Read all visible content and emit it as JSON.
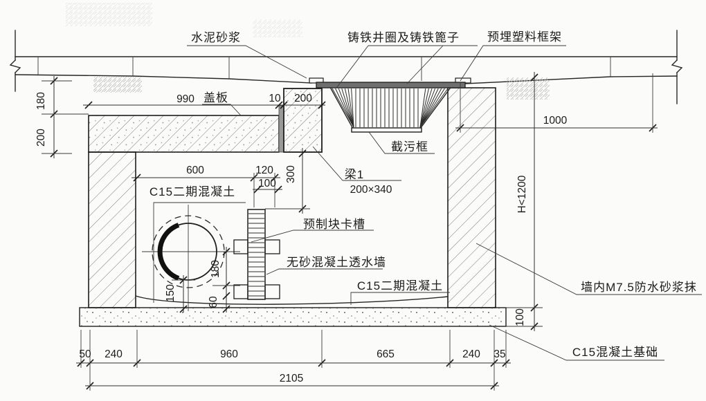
{
  "drawing": {
    "type": "engineering-section-detail",
    "labels": {
      "cement_mortar": "水泥砂浆",
      "cast_iron_ring_and_grate": "铸铁井圈及铸铁篦子",
      "embedded_plastic_frame": "预埋塑料框架",
      "cover_plate": "盖板",
      "dirt_interception_basket": "截污框",
      "beam_name": "梁1",
      "beam_size": "200×340",
      "c15_secondary_concrete_left": "C15二期混凝土",
      "precast_block_slot": "预制块卡槽",
      "no_sand_permeable_wall": "无砂混凝土透水墙",
      "c15_secondary_concrete_right": "C15二期混凝土",
      "wall_waterproof_plaster": "墙内M7.5防水砂浆抹",
      "c15_foundation": "C15混凝土基础"
    },
    "dims": {
      "road_to_cover": "180",
      "cover_thickness": "200",
      "cover_width": "990",
      "joint": "10",
      "beam_width": "200",
      "offset_right": "1000",
      "height_limit": "H<1200",
      "inner_left": "600",
      "wall_zone": "120",
      "wall_core": "100",
      "beam_to_wall_top": "300",
      "invert_to_base": "150",
      "pipe_half": "180",
      "bedding": "60",
      "foundation_thickness": "100",
      "bottom_segments": [
        "50",
        "240",
        "960",
        "665",
        "240",
        "35"
      ],
      "total_width": "2105"
    }
  }
}
